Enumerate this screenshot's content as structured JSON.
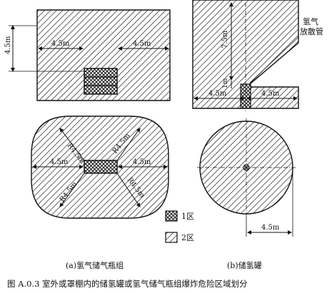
{
  "diagram": {
    "caption": "图 A.0.3   室外或罩棚内的储氢罐或氢气储气瓶组爆炸危险区域划分",
    "panel_a": {
      "label": "(a)氢气储气瓶组",
      "dim_left_vertical": "4.5m",
      "dim_left_horizontal": "4.5m",
      "dim_right_horizontal": "4.5m",
      "plan_dim_left": "4.5m",
      "plan_dim_right": "4.5m",
      "radius_top_left": "R4.5m",
      "radius_top_right": "R4.5m",
      "radius_bottom_left": "R4.5m",
      "radius_bottom_right": "R4.5m"
    },
    "panel_b": {
      "label": "(b)储氢罐",
      "dim_top_vertical": "7.5m",
      "dim_small_vertical": "1m",
      "dim_left": "4.5m",
      "dim_right": "4.5m",
      "dim_circle_radius": "4.5m",
      "vent_pipe_label_line1": "氢气",
      "vent_pipe_label_line2": "放散管"
    },
    "legend": {
      "zone1": "1区",
      "zone2": "2区"
    }
  }
}
